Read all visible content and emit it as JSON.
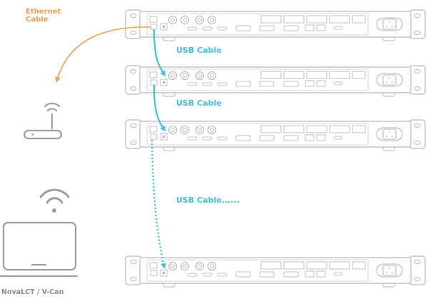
{
  "colors": {
    "ethernet": "#F0A04B",
    "usb": "#3EC1E0",
    "device_stroke": "#b9b9b9",
    "icon_stroke": "#9e9e9e",
    "caption": "#8a8a8a"
  },
  "labels": {
    "ethernet_line1": "Ethernet",
    "ethernet_line2": "Cable",
    "usb_1": "USB Cable",
    "usb_2": "USB Cable",
    "usb_3": "USB Cable......",
    "pc": "NovaLCT / V-Can"
  },
  "icons": {
    "router": "router-wifi-icon",
    "laptop": "laptop-icon",
    "wifi": "wifi-icon"
  },
  "devices": [
    {
      "id": "controller-1",
      "ethernet_port": "ETHERNET",
      "usb_port": "USB"
    },
    {
      "id": "controller-2",
      "ethernet_port": "ETHERNET",
      "usb_port": "USB"
    },
    {
      "id": "controller-3",
      "ethernet_port": "ETHERNET",
      "usb_port": "USB"
    },
    {
      "id": "controller-n",
      "ethernet_port": "ETHERNET",
      "usb_port": "USB"
    }
  ],
  "connections": [
    {
      "from": "controller-1",
      "to": "router",
      "type": "ethernet",
      "label_key": "ethernet"
    },
    {
      "from": "controller-1",
      "to": "controller-2",
      "type": "usb",
      "style": "solid"
    },
    {
      "from": "controller-2",
      "to": "controller-3",
      "type": "usb",
      "style": "solid"
    },
    {
      "from": "controller-3",
      "to": "controller-n",
      "type": "usb",
      "style": "dotted"
    }
  ]
}
